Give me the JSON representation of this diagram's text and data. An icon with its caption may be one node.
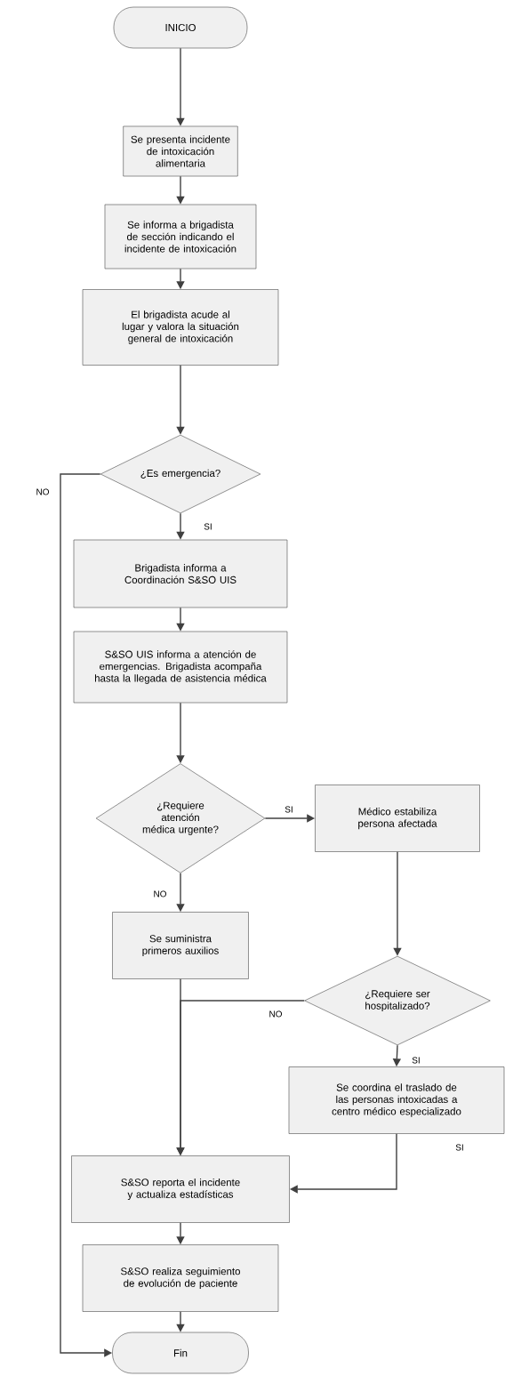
{
  "diagram": {
    "nodes": [
      {
        "text": [
          "INICIO"
        ]
      },
      {
        "text": [
          "Se presenta incidente de intoxicación alimentaria"
        ]
      },
      {
        "text": [
          "Se informa a brigadista de sección indicando el incidente de intoxicación"
        ]
      },
      {
        "text": [
          "El brigadista acude al lugar y valora la situación general de intoxicación"
        ]
      },
      {
        "text": [
          "¿Es emergencia?"
        ]
      },
      {
        "text": [
          "Brigadista informa a Coordinación S&SO UIS"
        ]
      },
      {
        "text": [
          "S&SO UIS informa a atención de emergencias. Brigadista acompaña hasta la llegada de asistencia médica"
        ]
      },
      {
        "text": [
          "¿Requiere atención médica urgente?"
        ]
      },
      {
        "text": [
          "Médico estabiliza persona afectada"
        ]
      },
      {
        "text": [
          "Se suministra primeros auxilios"
        ]
      },
      {
        "text": [
          "¿Requiere ser hospitalizado?"
        ]
      },
      {
        "text": [
          "Se coordina el traslado de las personas intoxicadas a centro médico especializado"
        ]
      },
      {
        "text": [
          "S&SO reporta el incidente y actualiza estadísticas"
        ]
      },
      {
        "text": [
          "S&SO realiza seguimiento de evolución de paciente"
        ]
      },
      {
        "text": [
          "Fin"
        ]
      }
    ],
    "edges": [
      {
        "from": 0,
        "to": 1,
        "arrow": "to"
      },
      {
        "from": 1,
        "to": 2,
        "arrow": "to"
      },
      {
        "from": 2,
        "to": 3,
        "arrow": "to"
      },
      {
        "from": 3,
        "to": 4,
        "arrow": "to"
      },
      {
        "from": 4,
        "to": 5,
        "arrow": "to",
        "label": "SI"
      },
      {
        "from": 4,
        "to": 14,
        "arrow": "to",
        "label": "NO"
      },
      {
        "from": 5,
        "to": 6,
        "arrow": "to"
      },
      {
        "from": 6,
        "to": 7,
        "arrow": "to"
      },
      {
        "from": 7,
        "to": 8,
        "arrow": "to",
        "label": "SI"
      },
      {
        "from": 7,
        "to": 9,
        "arrow": "to",
        "label": "NO"
      },
      {
        "from": 8,
        "to": 10,
        "arrow": "to"
      },
      {
        "from": 10,
        "to": 12,
        "arrow": "to",
        "label": "NO"
      },
      {
        "from": 10,
        "to": 11,
        "arrow": "to",
        "label": "SI"
      },
      {
        "from": 9,
        "to": 12,
        "arrow": "to"
      },
      {
        "from": 11,
        "to": 12,
        "arrow": "to"
      },
      {
        "from": 12,
        "to": 13,
        "arrow": "to"
      },
      {
        "from": 13,
        "to": 14,
        "arrow": "to"
      }
    ],
    "labels": [
      "SI"
    ]
  }
}
